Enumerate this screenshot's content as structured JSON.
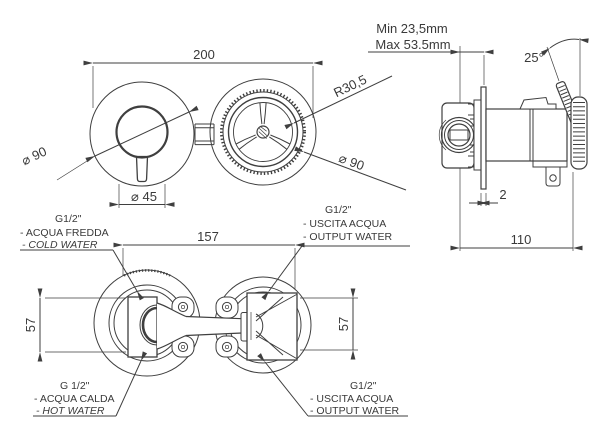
{
  "views": {
    "front": {
      "dim_200": "200",
      "dia_45": "⌀ 45",
      "dia_90_left": "⌀ 90",
      "r_30_5": "R30,5",
      "dia_90_right": "⌀ 90"
    },
    "side": {
      "min_depth": "Min 23,5mm",
      "max_depth": "Max 53.5mm",
      "angle": "25°",
      "plate_thickness": "2",
      "dim_110": "110"
    },
    "bottom": {
      "dim_157": "157",
      "dim_57_left": "57",
      "dim_57_right": "57",
      "cold": {
        "size": "G1/2\"",
        "l1": "- ACQUA FREDDA",
        "l2": "- COLD WATER",
        "color": "#2323cd"
      },
      "hot": {
        "size": "G 1/2\"",
        "l1": "- ACQUA CALDA",
        "l2": "- HOT WATER",
        "color": "#e8251f"
      },
      "out_top": {
        "size": "G1/2\"",
        "l1": "- USCITA ACQUA",
        "l2": "- OUTPUT WATER",
        "color": "#4a4a4a"
      },
      "out_bottom": {
        "size": "G1/2\"",
        "l1": "- USCITA ACQUA",
        "l2": "- OUTPUT WATER",
        "color": "#4a4a4a"
      }
    },
    "colors": {
      "line": "#3f3f3f",
      "dim_text": "#3a3a3a"
    }
  }
}
